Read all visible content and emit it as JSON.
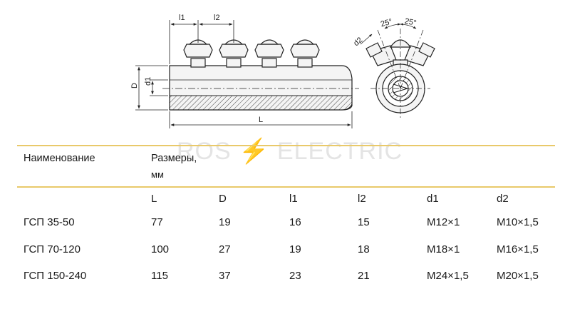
{
  "drawing": {
    "labels": {
      "l1": "l1",
      "l2": "l2",
      "D": "D",
      "d1": "d1",
      "L": "L",
      "d2": "d2",
      "angle_left": "25°",
      "angle_right": "25°"
    }
  },
  "watermark": {
    "left": "ROS",
    "bolt": "⚡",
    "right": "ELECTRIC"
  },
  "table": {
    "name_header": "Наименование",
    "sizes_header": "Размеры,",
    "sizes_unit": "мм",
    "columns": [
      "L",
      "D",
      "l1",
      "l2",
      "d1",
      "d2"
    ],
    "rows": [
      {
        "name": "ГСП 35-50",
        "values": [
          "77",
          "19",
          "16",
          "15",
          "M12×1",
          "M10×1,5"
        ]
      },
      {
        "name": "ГСП 70-120",
        "values": [
          "100",
          "27",
          "19",
          "18",
          "M18×1",
          "M16×1,5"
        ]
      },
      {
        "name": "ГСП 150-240",
        "values": [
          "115",
          "37",
          "23",
          "21",
          "M24×1,5",
          "M20×1,5"
        ]
      }
    ]
  },
  "colors": {
    "accent_rule": "#e9c96a",
    "watermark": "#e4e4e4"
  }
}
